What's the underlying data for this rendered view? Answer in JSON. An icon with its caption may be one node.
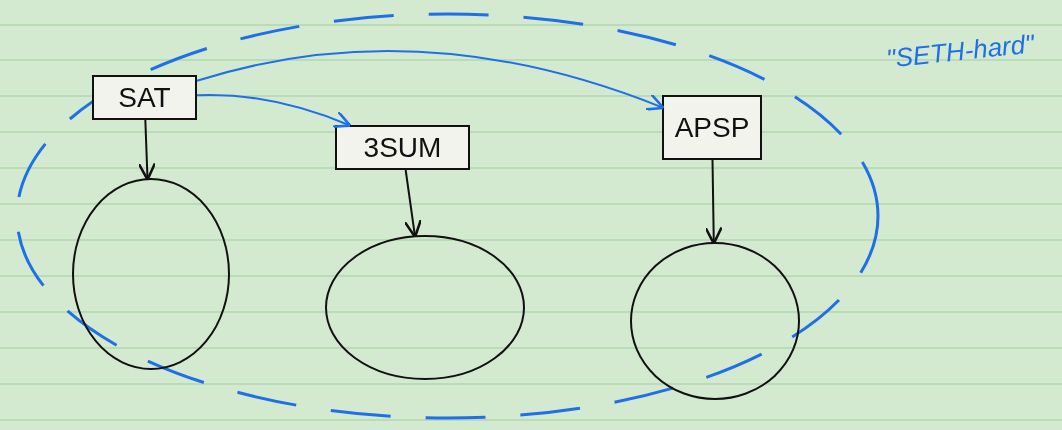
{
  "diagram": {
    "nodes": [
      {
        "text": [
          "\"SETH-hard\""
        ]
      },
      {
        "text": [
          "SAT"
        ],
        "in": 0
      },
      {
        "text": [
          "3SUM"
        ],
        "in": 0
      },
      {
        "text": [
          "APSP"
        ],
        "in": 0
      },
      {
        "text": [],
        "shape": "circle",
        "in": 0
      },
      {
        "text": [],
        "shape": "circle",
        "in": 0
      },
      {
        "text": [],
        "shape": "circle",
        "in": 0
      }
    ],
    "edges": [
      {
        "from": 1,
        "to": 2,
        "arrow": "to",
        "color": "#1f6fe8"
      },
      {
        "from": 1,
        "to": 3,
        "arrow": "to",
        "color": "#1f6fe8"
      },
      {
        "from": 1,
        "to": 4,
        "arrow": "to"
      },
      {
        "from": 2,
        "to": 5,
        "arrow": "to"
      },
      {
        "from": 3,
        "to": 6,
        "arrow": "to"
      }
    ]
  }
}
